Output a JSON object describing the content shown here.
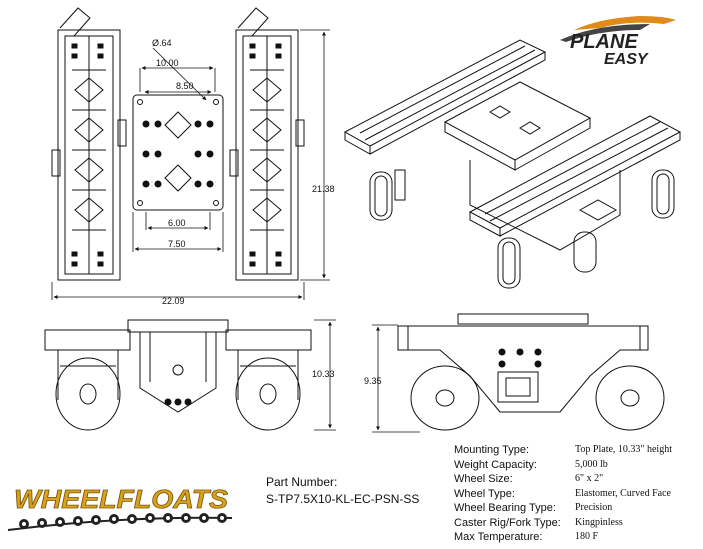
{
  "brand": {
    "line1": "PLANE",
    "line2": "EASY"
  },
  "wheelfloats_logo": {
    "text": "WHEELFLOATS",
    "accent": "#d9a21c"
  },
  "dimensions": {
    "hole_dia": "Ø.64",
    "d10": "10.00",
    "d8_50": "8.50",
    "d6": "6.00",
    "d7_50": "7.50",
    "d22_09": "22.09",
    "d21_38": "21.38",
    "d10_33": "10.33",
    "d9_35": "9.35"
  },
  "part": {
    "label": "Part Number:",
    "value": "S-TP7.5X10-KL-EC-PSN-SS"
  },
  "specs": [
    {
      "key": "Mounting Type:",
      "value": "Top Plate, 10.33\" height"
    },
    {
      "key": "Weight Capacity:",
      "value": "5,000 lb"
    },
    {
      "key": "Wheel Size:",
      "value": "6\" x 2\""
    },
    {
      "key": "Wheel Type:",
      "value": "Elastomer, Curved Face"
    },
    {
      "key": "Wheel Bearing Type:",
      "value": "Precision"
    },
    {
      "key": "Caster Rig/Fork Type:",
      "value": "Kingpinless"
    },
    {
      "key": "Max Temperature:",
      "value": "180 F"
    }
  ]
}
